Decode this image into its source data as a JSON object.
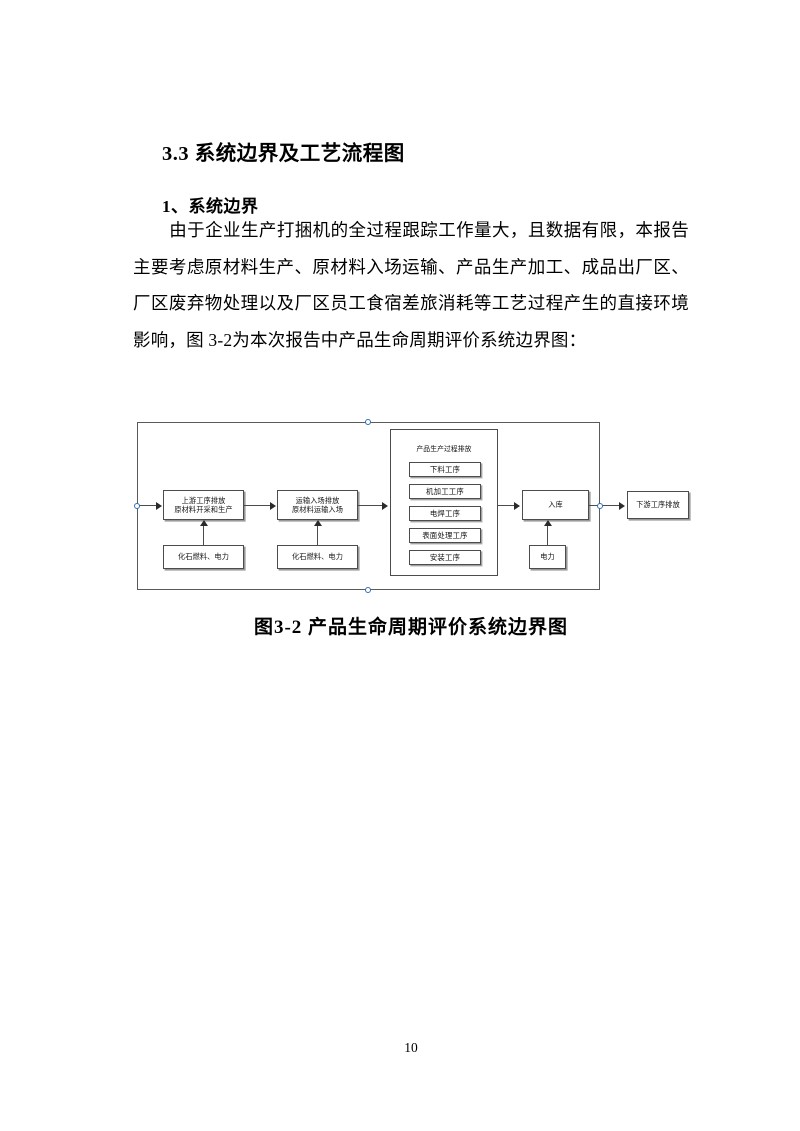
{
  "document": {
    "section_heading": "3.3 系统边界及工艺流程图",
    "sub_heading": "1、系统边界",
    "paragraph": "由于企业生产打捆机的全过程跟踪工作量大，且数据有限，本报告主要考虑原材料生产、原材料入场运输、产品生产加工、成品出厂区、厂区废弃物处理以及厂区员工食宿差旅消耗等工艺过程产生的直接环境影响，图 3-2为本次报告中产品生命周期评价系统边界图：",
    "figure_caption": "图3-2 产品生命周期评价系统边界图",
    "page_number": "10"
  },
  "diagram": {
    "upstream": {
      "line1": "上游工序排放",
      "line2": "原材料开采和生产"
    },
    "transport": {
      "line1": "运输入场排放",
      "line2": "原材料运输入场"
    },
    "fuel_upstream": "化石燃料、电力",
    "fuel_transport": "化石燃料、电力",
    "production": {
      "title": "产品生产过程排放",
      "steps": [
        "下料工序",
        "机加工工序",
        "电焊工序",
        "表面处理工序",
        "安装工序"
      ]
    },
    "warehouse": "入库",
    "electricity": "电力",
    "downstream": "下游工序排放"
  },
  "colors": {
    "line": "#4c4c4c",
    "boundary": "#5a5a5a",
    "connector": "#2f6fb5",
    "text": "#111111"
  }
}
